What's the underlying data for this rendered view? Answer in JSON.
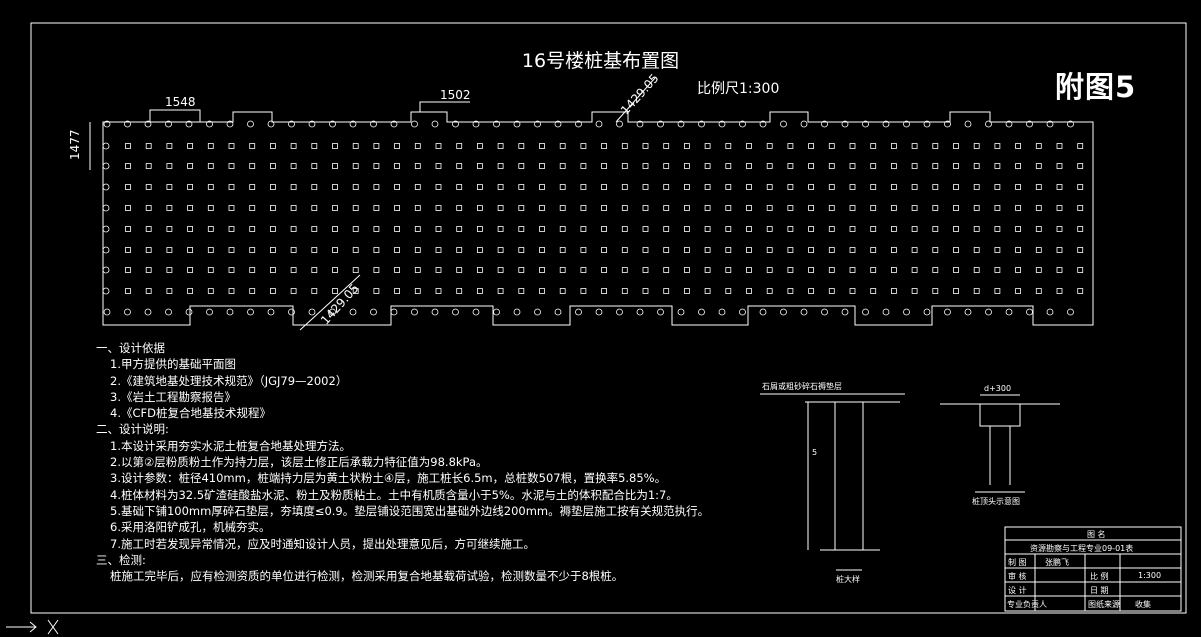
{
  "drawing": {
    "title": "16号楼桩基布置图",
    "scale_label": "比例尺1:300",
    "figure_label": "附图5",
    "dimensions": {
      "top_left": "1548",
      "top_mid": "1502",
      "left_side": "1477",
      "diag_top": "1429.05",
      "diag_bottom": "1429.05"
    }
  },
  "notes": {
    "sec1": "一、设计依据",
    "basis": [
      "1.甲方提供的基础平面图",
      "2.《建筑地基处理技术规范》（JGJ79—2002）",
      "3.《岩土工程勘察报告》",
      "4.《CFD桩复合地基技术规程》"
    ],
    "sec2": "二、设计说明:",
    "design": [
      "1.本设计采用夯实水泥土桩复合地基处理方法。",
      "2.以第②层粉质粉土作为持力层，该层土修正后承载力特征值为98.8kPa。",
      "3.设计参数：桩径410mm，桩端持力层为黄土状粉土④层，施工桩长6.5m，总桩数507根，置换率5.85%。",
      "4.桩体材料为32.5矿渣硅酸盐水泥、粉土及粉质粘土。土中有机质含量小于5%。水泥与土的体积配合比为1:7。",
      "5.基础下铺100mm厚碎石垫层，夯填度≤0.9。垫层铺设范围宽出基础外边线200mm。褥垫层施工按有关规范执行。",
      "6.采用洛阳铲成孔，机械夯实。",
      "7.施工时若发现异常情况，应及时通知设计人员，提出处理意见后，方可继续施工。"
    ],
    "sec3": "三、检测:",
    "inspection": "桩施工完毕后，应有检测资质的单位进行检测，检测采用复合地基载荷试验，检测数量不少于8根桩。"
  },
  "details": {
    "pile_top_label": "石屑或粗砂碎石褥垫层",
    "pile_caption": "桩大样",
    "pile_dim": "5",
    "cushion_width": "d+300",
    "cushion_caption": "桩顶头示意图"
  },
  "title_block": {
    "header": "图 名",
    "project": "资源勘察与工程专业09-01表",
    "r2c1": "制 图",
    "r2c2": "张鹏飞",
    "r3c1": "审 核",
    "r3c3": "比 例",
    "r3c4": "1:300",
    "r4c1": "设 计",
    "r4c3": "日 期",
    "r5c1": "专业负责人",
    "r5c3": "图纸来源",
    "r5c4": "收集"
  }
}
